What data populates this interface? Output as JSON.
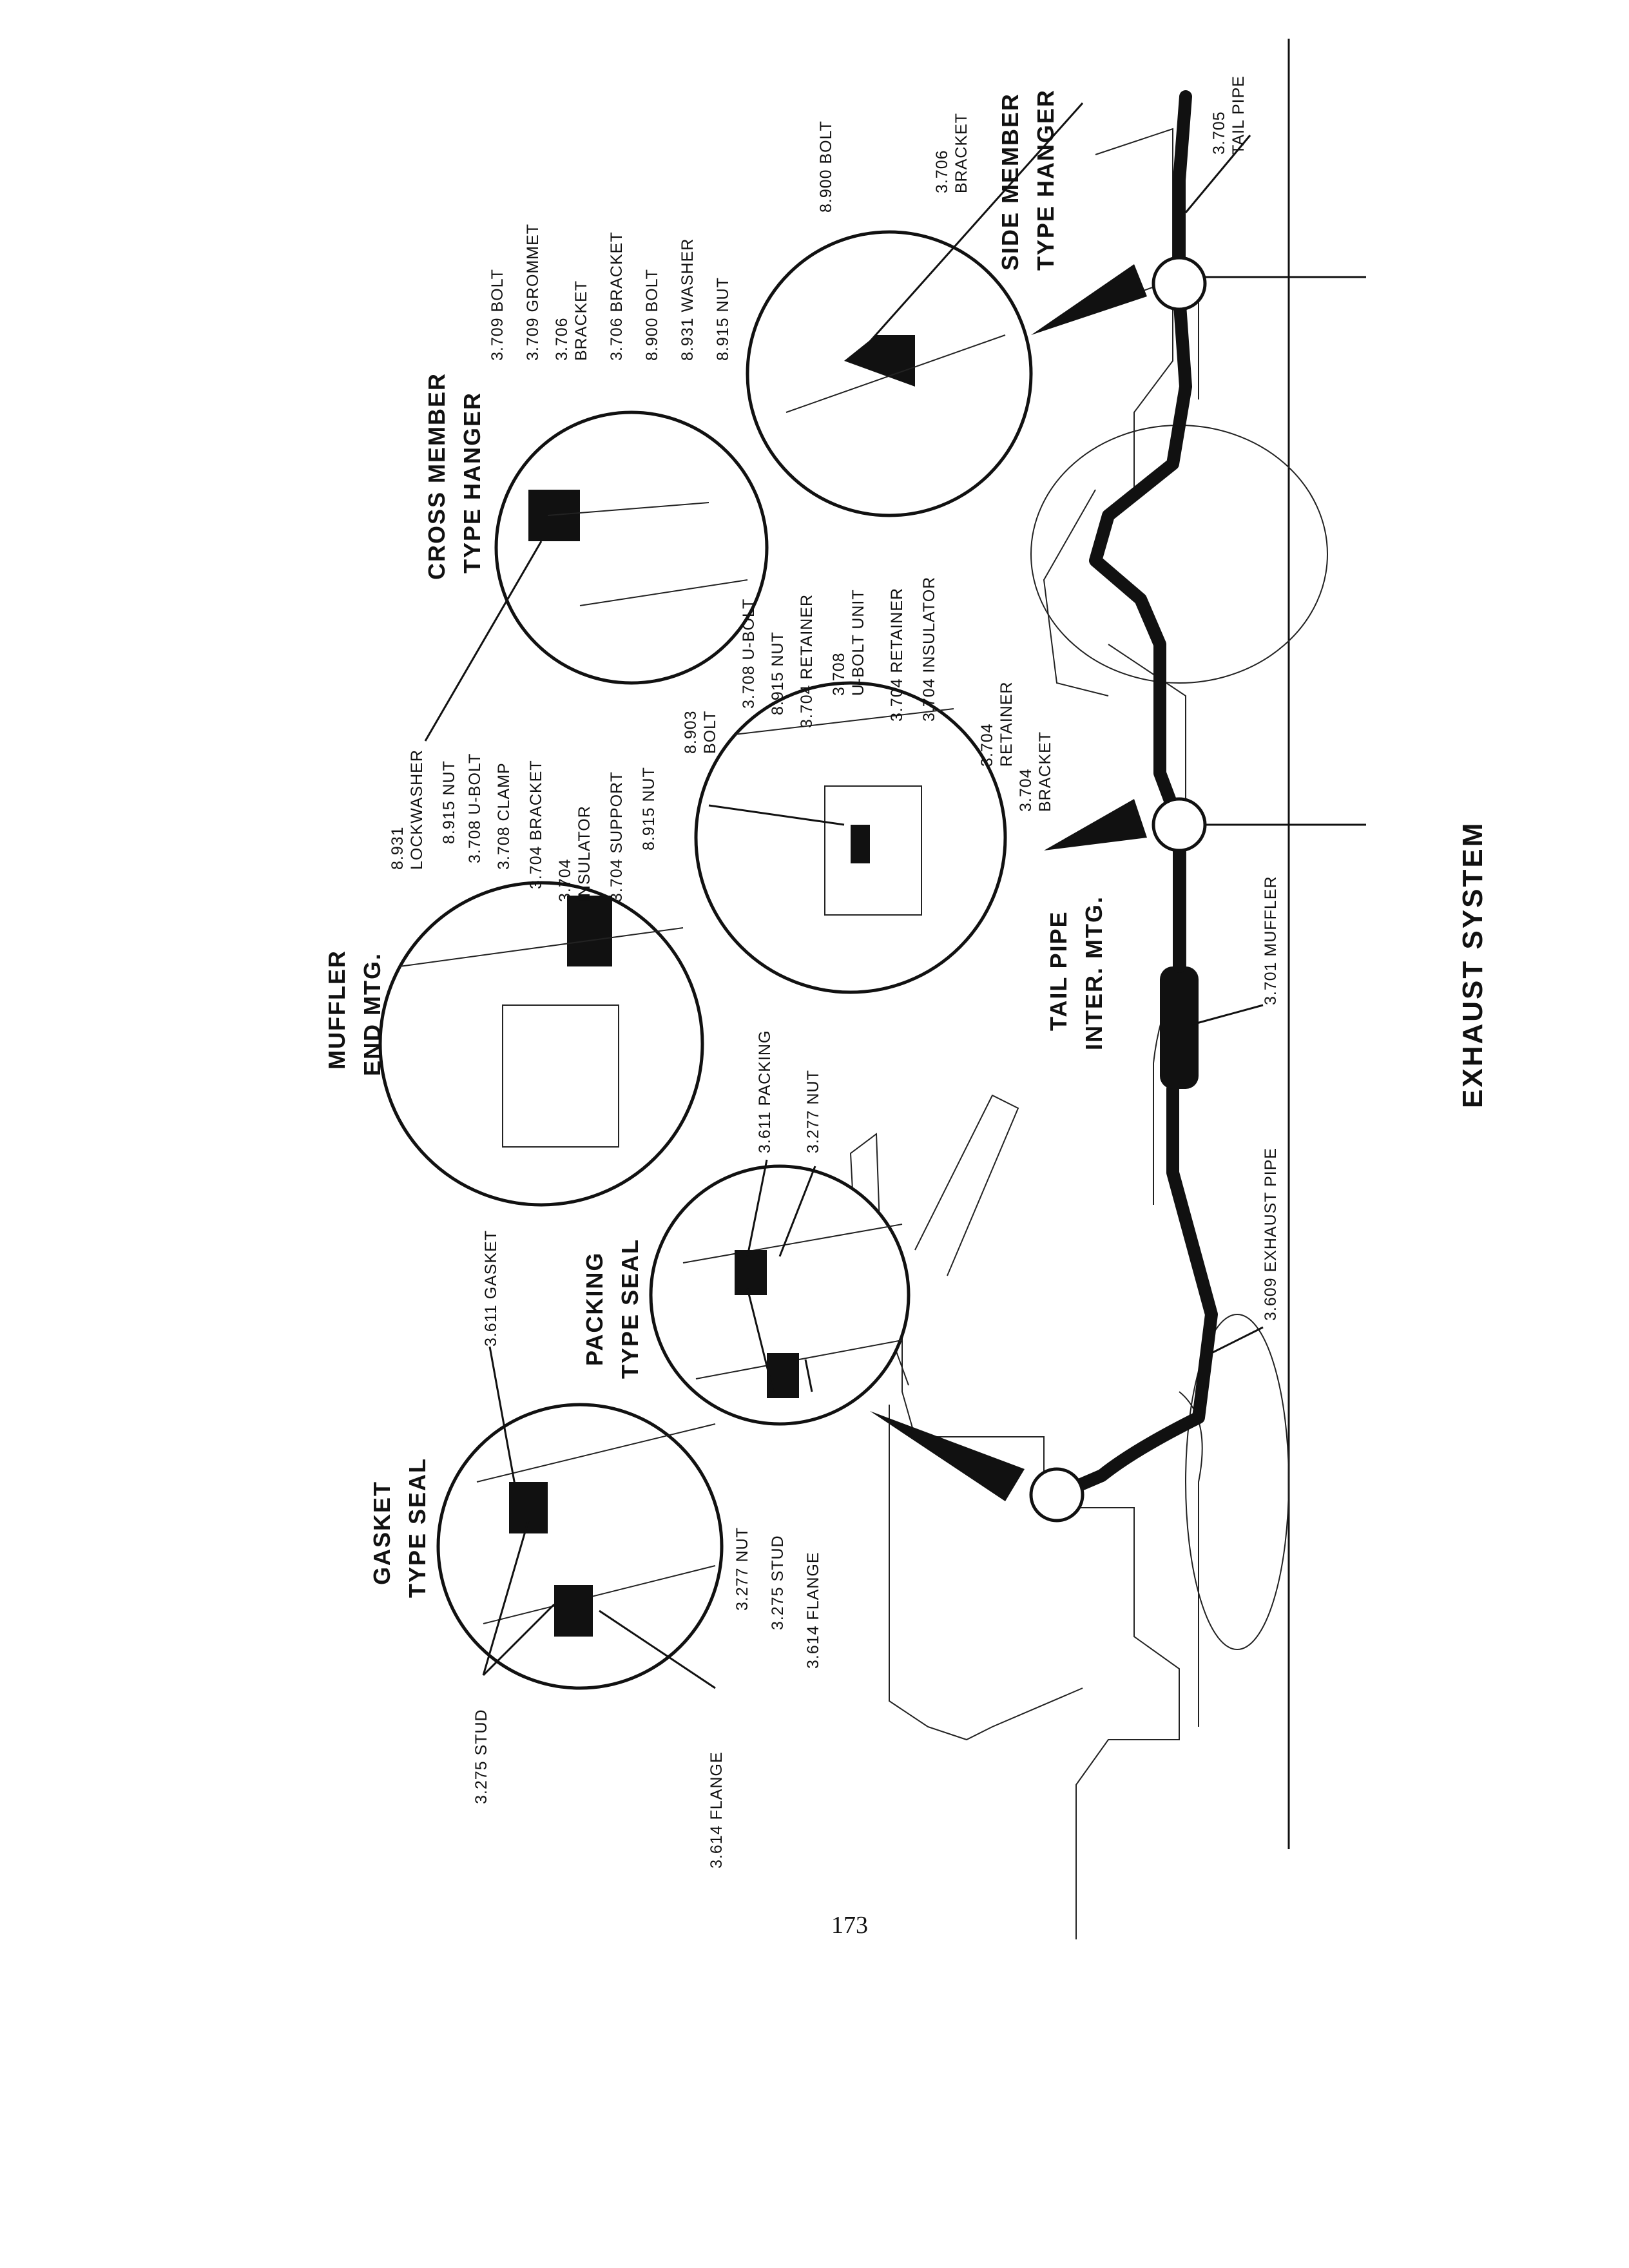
{
  "title": "EXHAUST SYSTEM",
  "page_number": "173",
  "details": {
    "gasket_seal": {
      "heading": [
        "GASKET",
        "TYPE SEAL"
      ]
    },
    "packing_seal": {
      "heading": [
        "PACKING",
        "TYPE SEAL"
      ]
    },
    "muffler_end": {
      "heading": [
        "MUFFLER",
        "END MTG."
      ]
    },
    "tail_pipe_inter": {
      "heading": [
        "TAIL PIPE",
        "INTER. MTG."
      ]
    },
    "cross_member": {
      "heading": [
        "CROSS MEMBER",
        "TYPE HANGER"
      ]
    },
    "side_member": {
      "heading": [
        "SIDE MEMBER",
        "TYPE HANGER"
      ]
    }
  },
  "callouts": {
    "gasket_3611": "3.611 GASKET",
    "gasket_3275_stud": "3.275 STUD",
    "gasket_3614_flange": "3.614 FLANGE",
    "packing_3611": "3.611 PACKING",
    "packing_3277_nut": "3.277 NUT",
    "mid_3277_nut": "3.277 NUT",
    "mid_3275_stud": "3.275 STUD",
    "mid_3614_flange": "3.614 FLANGE",
    "lockwasher": [
      "8.931",
      "LOCKWASHER"
    ],
    "m_8915_nut": "8.915 NUT",
    "m_3708_ubolt": "3.708 U-BOLT",
    "m_3708_clamp": "3.708 CLAMP",
    "m_3704_bracket": "3.704 BRACKET",
    "m_3704_insulator": [
      "3.704",
      "INSULATOR"
    ],
    "m_3704_support": "3.704 SUPPORT",
    "t_8915_nut": "8.915 NUT",
    "t_8903_bolt": [
      "8.903",
      "BOLT"
    ],
    "t_3708_ubolt": "3.708 U-BOLT",
    "t_8915_nut2": "8.915 NUT",
    "t_3704_retainer": "3.704 RETAINER",
    "t_3708_unit": [
      "3.708",
      "U-BOLT UNIT"
    ],
    "t_3704_retainer2": "3.704 RETAINER",
    "t_3704_insulator": "3.704 INSULATOR",
    "t_3704_retainer3": [
      "3.704",
      "RETAINER"
    ],
    "t_3704_bracket": [
      "3.704",
      "BRACKET"
    ],
    "c_3709_bolt": "3.709 BOLT",
    "c_3709_grommet": "3.709 GROMMET",
    "c_3706_bracket": [
      "3.706",
      "BRACKET"
    ],
    "c_3706_bracket2": "3.706 BRACKET",
    "c_8900_bolt": "8.900 BOLT",
    "c_8931_washer": "8.931 WASHER",
    "c_8915_nut": "8.915 NUT",
    "s_8900_bolt": "8.900 BOLT",
    "s_3706_bracket": [
      "3.706",
      "BRACKET"
    ],
    "s_3705_tail": [
      "3.705",
      "TAIL PIPE"
    ],
    "exhaust_pipe": "3.609 EXHAUST PIPE",
    "muffler": "3.701 MUFFLER"
  }
}
